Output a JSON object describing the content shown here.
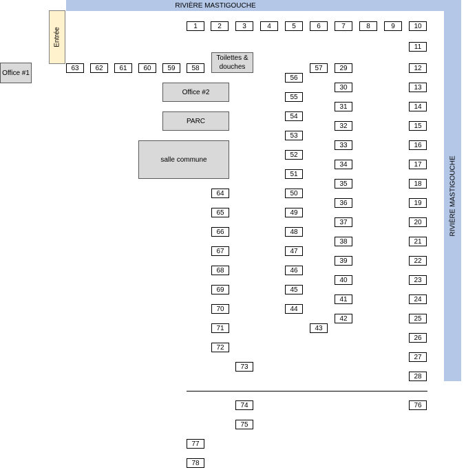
{
  "river_top": "RIVIÈRE MASTIGOUCHE",
  "river_right": "RIVIÈRE MASTIGOUCHE",
  "entrance": "Entrée",
  "buildings": {
    "office1": "Office #1",
    "toilets_line1": "Toilettes &",
    "toilets_line2": "douches",
    "office2": "Office #2",
    "parc": "PARC",
    "salle": "salle commune"
  },
  "colors": {
    "river": "#b4c7e7",
    "entrance": "#fff2cc",
    "building": "#d9d9d9"
  },
  "sites": [
    "1",
    "2",
    "3",
    "4",
    "5",
    "6",
    "7",
    "8",
    "9",
    "10",
    "11",
    "12",
    "13",
    "14",
    "15",
    "16",
    "17",
    "18",
    "19",
    "20",
    "21",
    "22",
    "23",
    "24",
    "25",
    "26",
    "27",
    "28",
    "29",
    "30",
    "31",
    "32",
    "33",
    "34",
    "35",
    "36",
    "37",
    "38",
    "39",
    "40",
    "41",
    "42",
    "43",
    "44",
    "45",
    "46",
    "47",
    "48",
    "49",
    "50",
    "51",
    "52",
    "53",
    "54",
    "55",
    "56",
    "57",
    "58",
    "59",
    "60",
    "61",
    "62",
    "63",
    "64",
    "65",
    "66",
    "67",
    "68",
    "69",
    "70",
    "71",
    "72",
    "73",
    "74",
    "75",
    "76",
    "77",
    "78"
  ]
}
